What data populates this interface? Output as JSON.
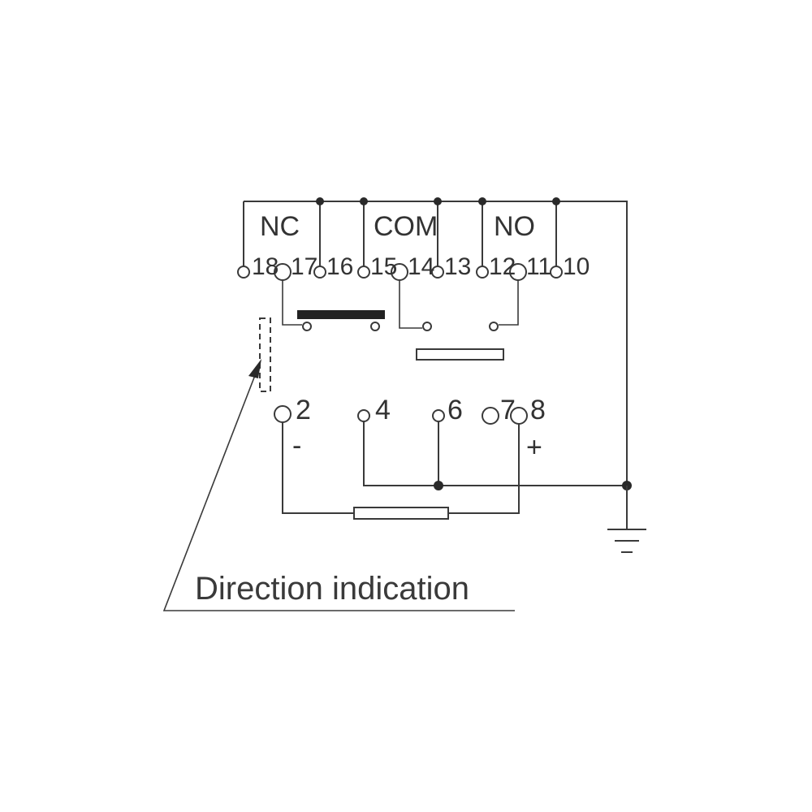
{
  "diagram": {
    "groups": {
      "nc": "NC",
      "com": "COM",
      "no": "NO"
    },
    "contact_pins": [
      "18",
      "17",
      "16",
      "15",
      "14",
      "13",
      "12",
      "11",
      "10"
    ],
    "coil_pins": [
      "2",
      "4",
      "6",
      "7",
      "8"
    ],
    "polarity": {
      "minus": "-",
      "plus": "+"
    },
    "caption": "Direction indication"
  }
}
